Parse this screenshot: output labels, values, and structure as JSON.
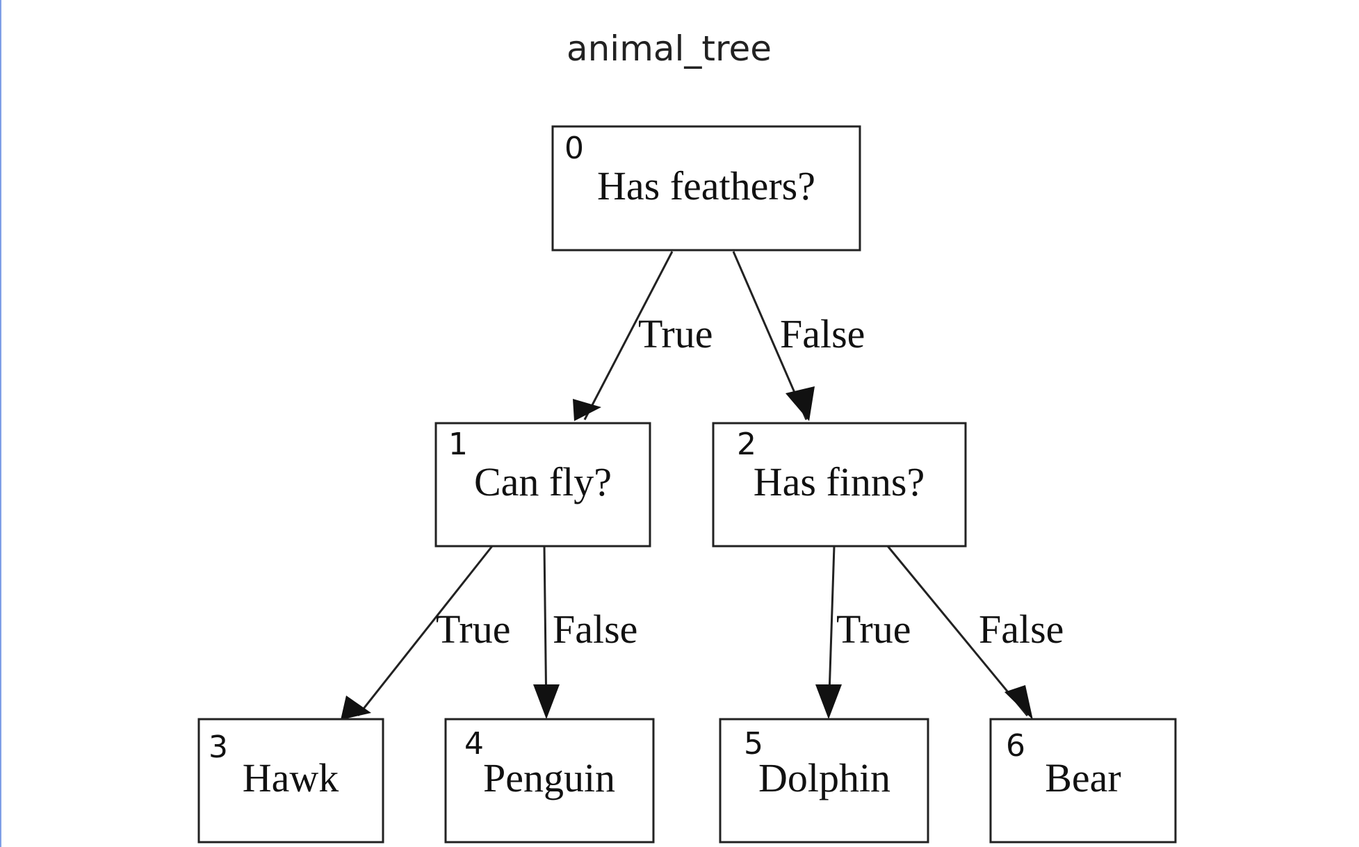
{
  "diagram": {
    "title": "animal_tree",
    "nodes": [
      {
        "id": "0",
        "label": "Has feathers?"
      },
      {
        "id": "1",
        "label": "Can fly?"
      },
      {
        "id": "2",
        "label": "Has finns?"
      },
      {
        "id": "3",
        "label": "Hawk"
      },
      {
        "id": "4",
        "label": "Penguin"
      },
      {
        "id": "5",
        "label": "Dolphin"
      },
      {
        "id": "6",
        "label": "Bear"
      }
    ],
    "edges": [
      {
        "from": "0",
        "to": "1",
        "label": "True"
      },
      {
        "from": "0",
        "to": "2",
        "label": "False"
      },
      {
        "from": "1",
        "to": "3",
        "label": "True"
      },
      {
        "from": "1",
        "to": "4",
        "label": "False"
      },
      {
        "from": "2",
        "to": "5",
        "label": "True"
      },
      {
        "from": "2",
        "to": "6",
        "label": "False"
      }
    ],
    "colors": {
      "stroke": "#222222",
      "text": "#111111",
      "background": "#ffffff",
      "left_rule": "#7f9fe6"
    }
  }
}
